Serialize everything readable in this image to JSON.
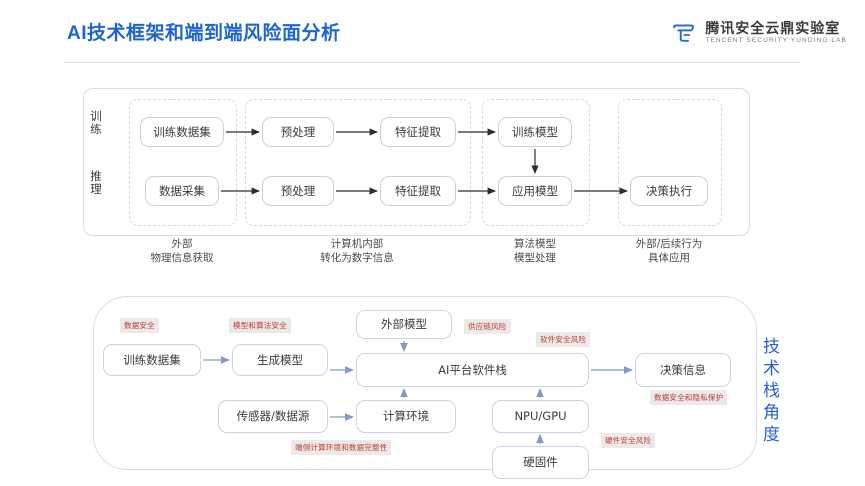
{
  "header": {
    "title": "AI技术框架和端到端风险面分析",
    "brand_cn": "腾讯安全云鼎实验室",
    "brand_en": "TENCENT SECURITY YUNDING LAB",
    "accent_blue": "#1c63d6",
    "rule_color": "#d3e3f0"
  },
  "pipeline": {
    "row_labels": [
      "训练",
      "推理"
    ],
    "nodes": {
      "train_dataset": "训练数据集",
      "preprocess_train": "预处理",
      "feature_train": "特征提取",
      "train_model": "训练模型",
      "data_collect": "数据采集",
      "preprocess_infer": "预处理",
      "feature_infer": "特征提取",
      "apply_model": "应用模型",
      "decision_exec": "决策执行"
    },
    "captions": [
      "外部\n物理信息获取",
      "计算机内部\n转化为数字信息",
      "算法模型\n模型处理",
      "外部/后续行为\n具体应用"
    ]
  },
  "stack": {
    "side_title": "技术栈角度",
    "nodes": {
      "train_dataset": "训练数据集",
      "gen_model": "生成模型",
      "external_model": "外部模型",
      "ai_platform_stack": "AI平台软件栈",
      "sensor_source": "传感器/数据源",
      "compute_env": "计算环境",
      "npu_gpu": "NPU/GPU",
      "firmware": "硬固件",
      "decision_info": "决策信息"
    },
    "tags": {
      "data_security": "数据安全",
      "model_algo_security": "模型和算法安全",
      "supply_chain_risk": "供应链风险",
      "software_security_risk": "软件安全风险",
      "device_compute_integrity": "端侧计算环境和数据完整性",
      "data_privacy_protection": "数据安全和隐私保护",
      "hardware_security_risk": "硬件安全风险"
    },
    "tag_color": "#c0392f",
    "tag_bg": "#ece9e9",
    "arrow_color": "#8599c9"
  }
}
